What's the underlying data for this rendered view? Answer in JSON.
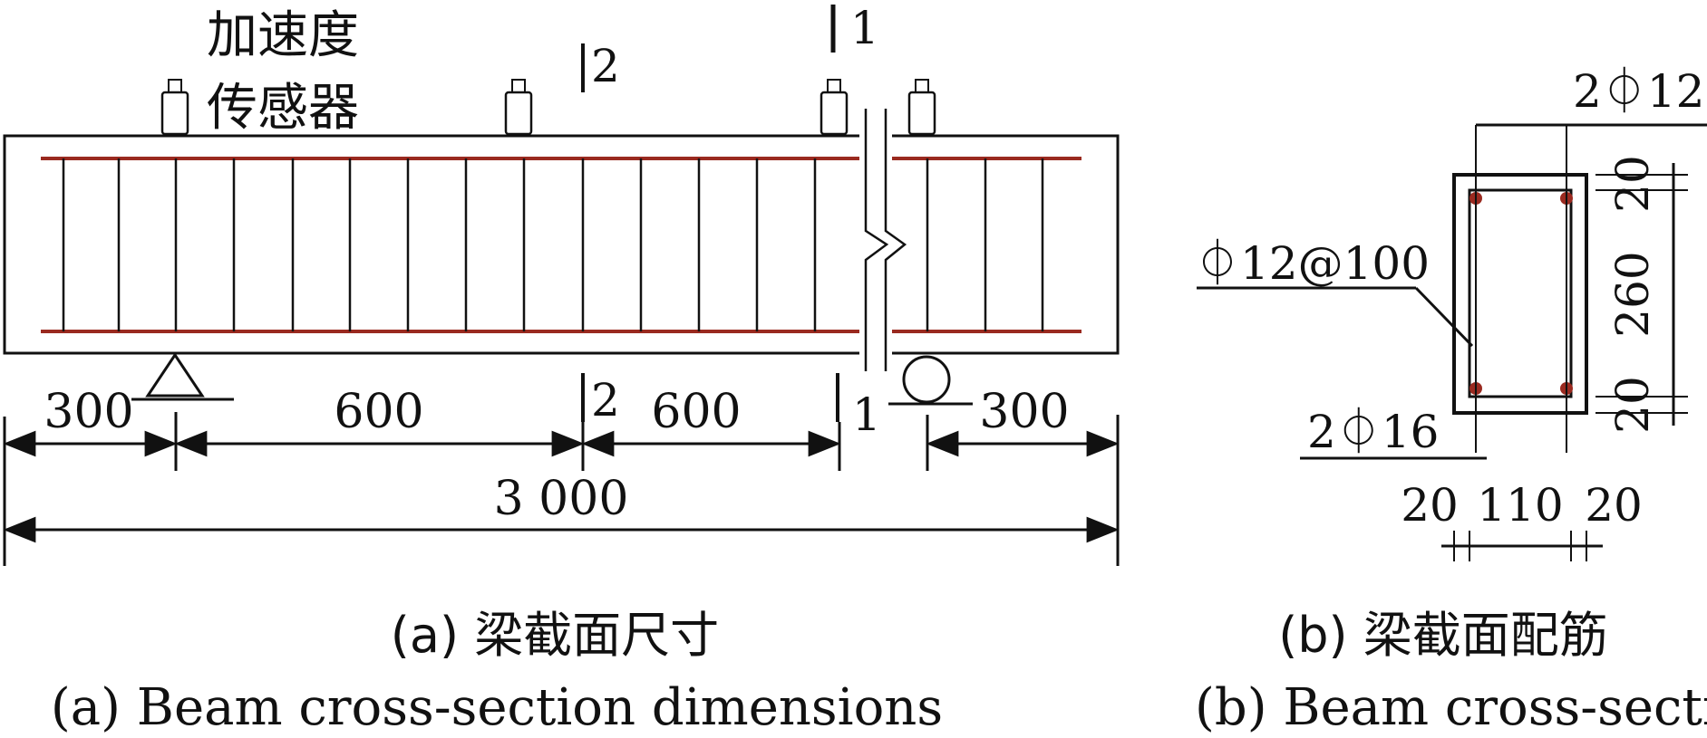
{
  "figure_a": {
    "sensor_label_line1": "加速度",
    "sensor_label_line2": "传感器",
    "section_mark_1": "1",
    "section_mark_2": "2",
    "dims": [
      "300",
      "600",
      "600",
      "300"
    ],
    "total": "3 000",
    "caption_cn": "(a) 梁截面尺寸",
    "caption_en": "(a) Beam cross-section dimensions"
  },
  "figure_b": {
    "top_rebar": "2⏀12",
    "stirrup": "⏀12@100",
    "bottom_rebar": "2⏀16",
    "right_dims": [
      "20",
      "260",
      "20"
    ],
    "bottom_dims": [
      "20",
      "110",
      "20"
    ],
    "caption_cn": "(b) 梁截面配筋",
    "caption_en": "(b) Beam cross-secti"
  },
  "colors": {
    "ink": "#111111",
    "rebar": "#9a2a20"
  }
}
